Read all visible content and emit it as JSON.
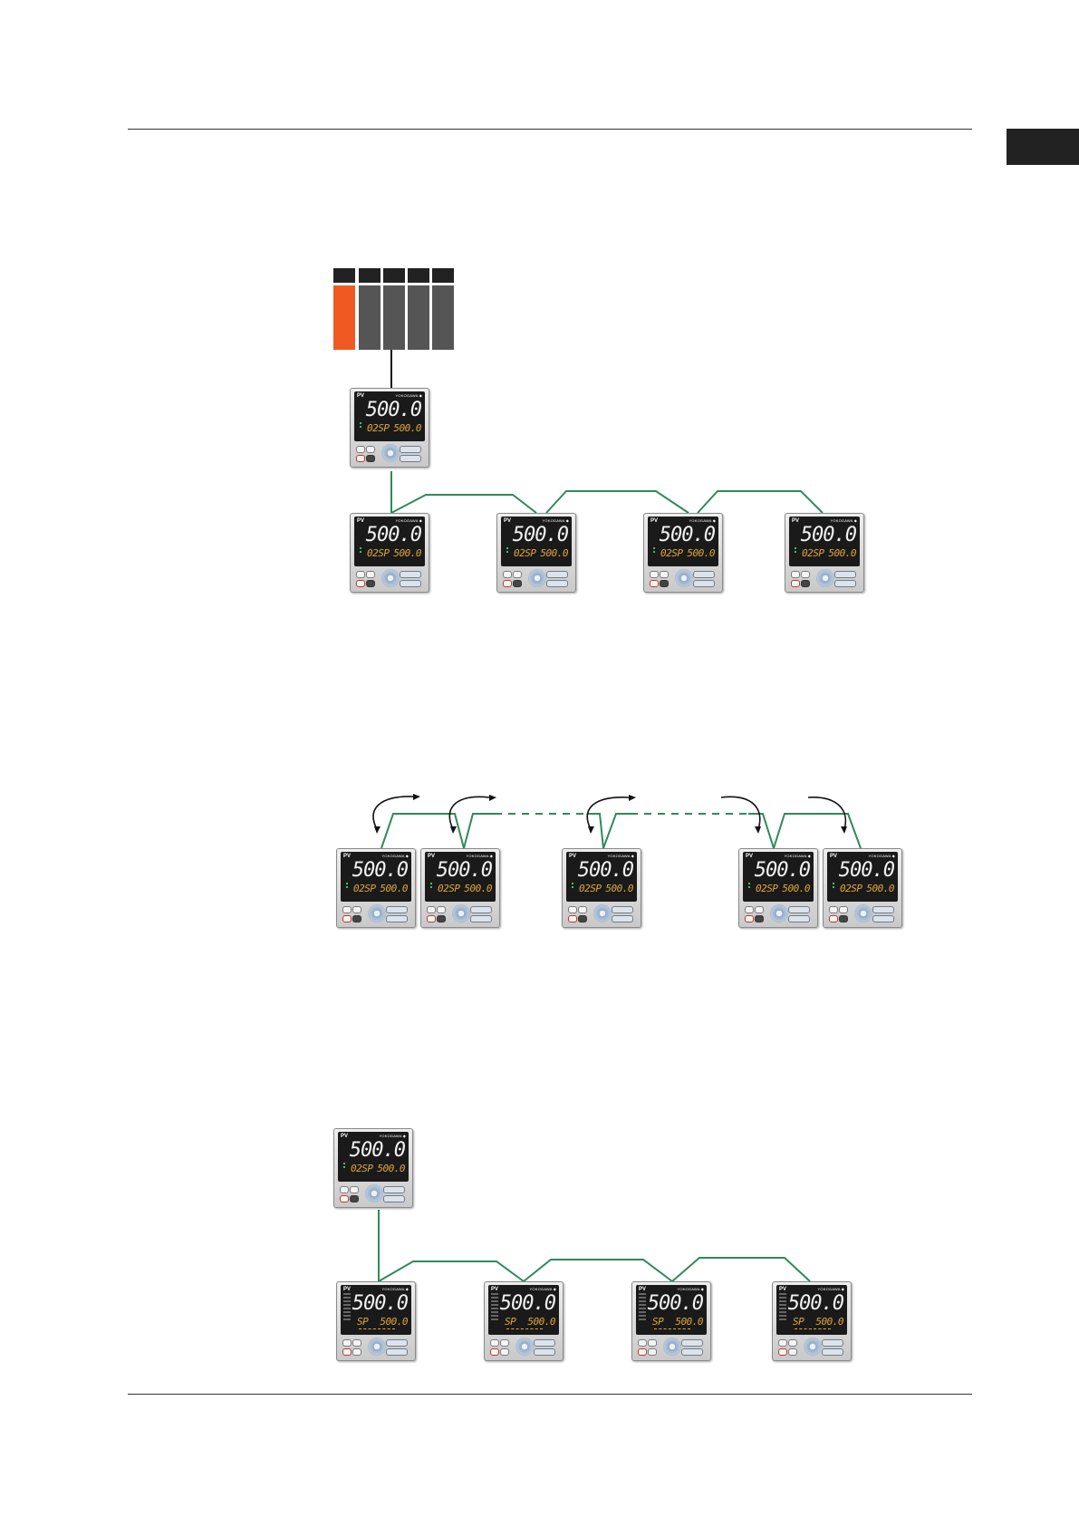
{
  "colors": {
    "rule": "#333333",
    "tab_marker": "#222222",
    "plc_cpu": "#f05a22",
    "plc_module": "#555555",
    "plc_header": "#222222",
    "comm_line": "#2e8b57",
    "arrow": "#111111",
    "screen": "#1a1a1a",
    "sp_text": "#e2a83a",
    "pv_text": "#f2f2f2"
  },
  "display": {
    "pv_tag": "PV",
    "brand": "YOKOGAWA ◆",
    "pv_value": "500.0",
    "sp_label_ut55a": "02SP",
    "sp_label_ut35a": "SP",
    "sp_value": "500.0"
  },
  "icons": {
    "dial": "navigation-dial-icon",
    "arrow": "curved-arrow-icon"
  }
}
